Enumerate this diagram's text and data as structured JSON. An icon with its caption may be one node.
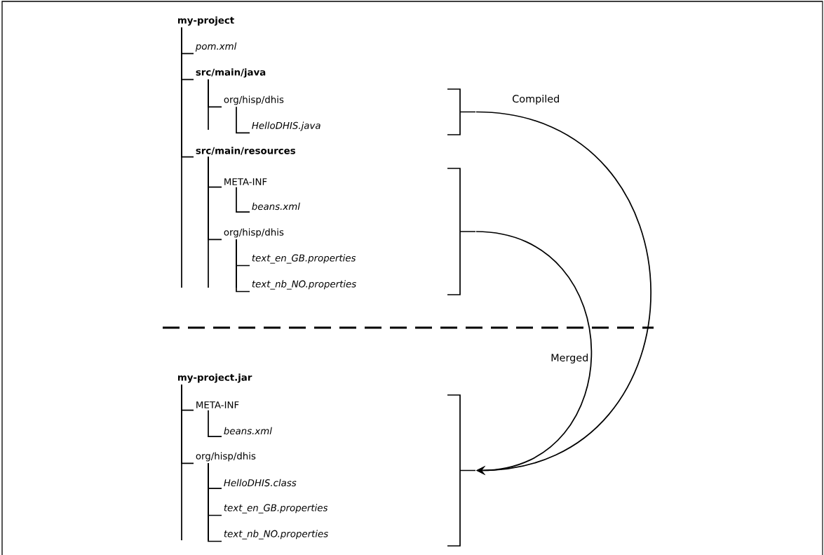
{
  "diagram": {
    "nodes": [
      {
        "text": [
          "my-project"
        ]
      },
      {
        "text": [
          "pom.xml"
        ]
      },
      {
        "text": [
          "src/main/java"
        ]
      },
      {
        "text": [
          "org/hisp/dhis"
        ]
      },
      {
        "text": [
          "HelloDHIS.java"
        ]
      },
      {
        "text": [
          "src/main/resources"
        ]
      },
      {
        "text": [
          "META-INF"
        ]
      },
      {
        "text": [
          "beans.xml"
        ]
      },
      {
        "text": [
          "org/hisp/dhis"
        ]
      },
      {
        "text": [
          "text_en_GB.properties"
        ]
      },
      {
        "text": [
          "text_nb_NO.properties"
        ]
      },
      {
        "text": [
          "my-project.jar"
        ]
      },
      {
        "text": [
          "META-INF"
        ]
      },
      {
        "text": [
          "beans.xml"
        ]
      },
      {
        "text": [
          "org/hisp/dhis"
        ]
      },
      {
        "text": [
          "HelloDHIS.class"
        ]
      },
      {
        "text": [
          "text_en_GB.properties"
        ]
      },
      {
        "text": [
          "text_nb_NO.properties"
        ]
      },
      {
        "text": [],
        "shape": "bracket"
      },
      {
        "text": [],
        "shape": "bracket"
      },
      {
        "text": [],
        "shape": "bracket"
      }
    ],
    "edges": [
      {
        "from": 0,
        "to": 1,
        "arrow": "none"
      },
      {
        "from": 0,
        "to": 2,
        "arrow": "none"
      },
      {
        "from": 2,
        "to": 3,
        "arrow": "none"
      },
      {
        "from": 3,
        "to": 4,
        "arrow": "none"
      },
      {
        "from": 0,
        "to": 5,
        "arrow": "none"
      },
      {
        "from": 5,
        "to": 6,
        "arrow": "none"
      },
      {
        "from": 6,
        "to": 7,
        "arrow": "none"
      },
      {
        "from": 5,
        "to": 8,
        "arrow": "none"
      },
      {
        "from": 8,
        "to": 9,
        "arrow": "none"
      },
      {
        "from": 8,
        "to": 10,
        "arrow": "none"
      },
      {
        "from": 11,
        "to": 12,
        "arrow": "none"
      },
      {
        "from": 12,
        "to": 13,
        "arrow": "none"
      },
      {
        "from": 11,
        "to": 14,
        "arrow": "none"
      },
      {
        "from": 14,
        "to": 15,
        "arrow": "none"
      },
      {
        "from": 14,
        "to": 16,
        "arrow": "none"
      },
      {
        "from": 14,
        "to": 17,
        "arrow": "none"
      },
      {
        "from": 18,
        "to": 20,
        "arrow": "to",
        "label": "Compiled"
      },
      {
        "from": 19,
        "to": 20,
        "arrow": "to",
        "label": "Merged"
      }
    ]
  }
}
